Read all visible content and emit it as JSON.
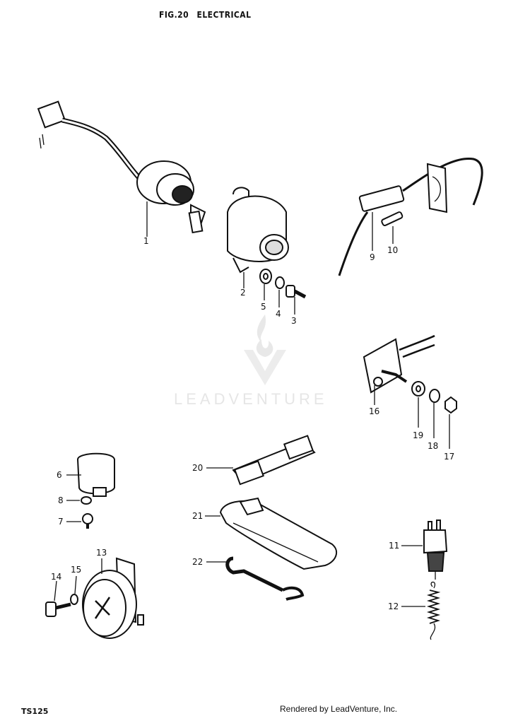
{
  "title": {
    "fig": "FIG.20",
    "name": "ELECTRICAL"
  },
  "callouts": [
    "1",
    "2",
    "3",
    "4",
    "5",
    "6",
    "7",
    "8",
    "9",
    "10",
    "11",
    "12",
    "13",
    "14",
    "15",
    "16",
    "17",
    "18",
    "19",
    "20",
    "21",
    "22"
  ],
  "watermark": "LEADVENTURE",
  "footer": {
    "model": "TS125",
    "rendered": "Rendered by LeadVenture, Inc."
  }
}
